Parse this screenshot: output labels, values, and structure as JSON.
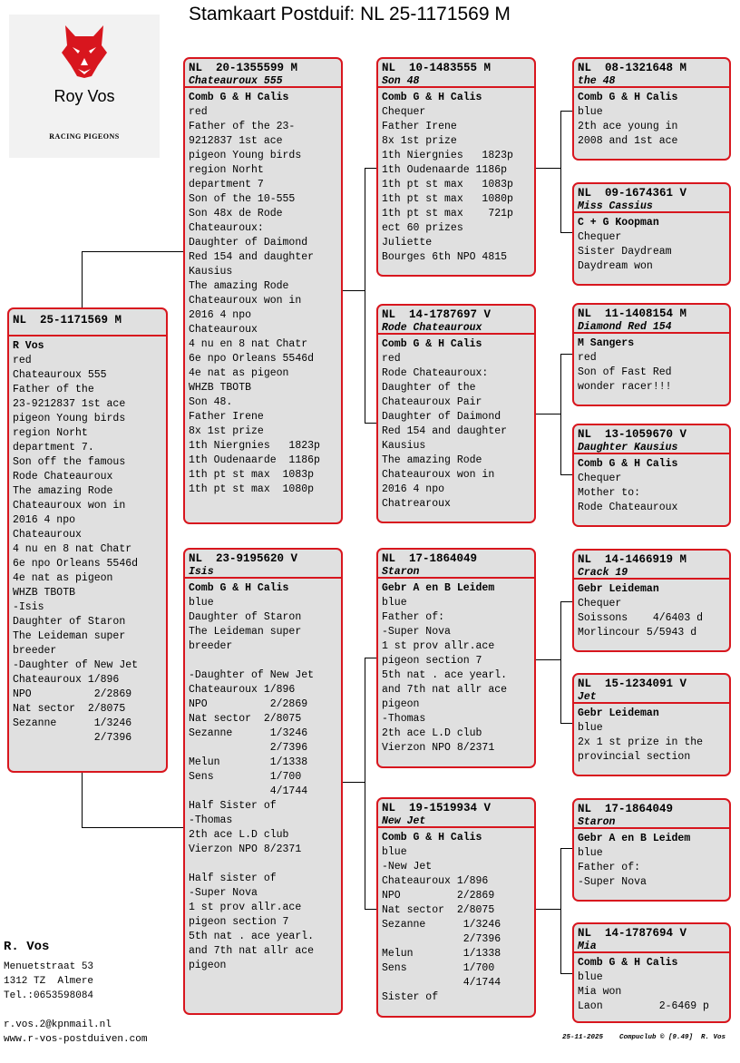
{
  "title": "Stamkaart Postduif: NL  25-1171569 M",
  "logo": {
    "name": "Roy Vos",
    "sub": "RACING PIGEONS"
  },
  "birds": {
    "main": {
      "ring": "NL  25-1171569 M",
      "name": "",
      "owner": "R Vos",
      "lines": "red\nChateauroux 555\nFather of the\n23-9212837 1st ace\npigeon Young birds\nregion Norht\ndepartment 7.\nSon off the famous\nRode Chateauroux\nThe amazing Rode\nChateauroux won in\n2016 4 npo\nChateauroux\n4 nu en 8 nat Chatr\n6e npo Orleans 5546d\n4e nat as pigeon\nWHZB TBOTB\n-Isis\nDaughter of Staron\nThe Leideman super\nbreeder\n-Daughter of New Jet\nChateauroux 1/896\nNPO          2/2869\nNat sector  2/8075\nSezanne      1/3246\n             2/7396"
    },
    "father": {
      "ring": "NL  20-1355599 M",
      "name": "Chateauroux 555",
      "owner": "Comb G & H Calis",
      "lines": "red\nFather of the 23-\n9212837 1st ace\npigeon Young birds\nregion Norht\ndepartment 7\nSon of the 10-555\nSon 48x de Rode\nChateauroux:\nDaughter of Daimond\nRed 154 and daughter\nKausius\nThe amazing Rode\nChateauroux won in\n2016 4 npo\nChateauroux\n4 nu en 8 nat Chatr\n6e npo Orleans 5546d\n4e nat as pigeon\nWHZB TBOTB\nSon 48.\nFather Irene\n8x 1st prize\n1th Niergnies   1823p\n1th Oudenaarde  1186p\n1th pt st max  1083p\n1th pt st max  1080p"
    },
    "mother": {
      "ring": "NL  23-9195620 V",
      "name": "Isis",
      "owner": "Comb G & H Calis",
      "lines": "blue\nDaughter of Staron\nThe Leideman super\nbreeder\n\n-Daughter of New Jet\nChateauroux 1/896\nNPO          2/2869\nNat sector  2/8075\nSezanne      1/3246\n             2/7396\nMelun        1/1338\nSens         1/700\n             4/1744\nHalf Sister of\n-Thomas\n2th ace L.D club\nVierzon NPO 8/2371\n\nHalf sister of\n-Super Nova\n1 st prov allr.ace\npigeon section 7\n5th nat . ace yearl.\nand 7th nat allr ace\npigeon"
    },
    "ff": {
      "ring": "NL  10-1483555 M",
      "name": "Son 48",
      "owner": "Comb G & H Calis",
      "lines": "Chequer\nFather Irene\n8x 1st prize\n1th Niergnies   1823p\n1th Oudenaarde 1186p\n1th pt st max   1083p\n1th pt st max   1080p\n1th pt st max    721p\nect 60 prizes\nJuliette\nBourges 6th NPO 4815"
    },
    "fm": {
      "ring": "NL  14-1787697 V",
      "name": "Rode Chateauroux",
      "owner": "Comb G & H Calis",
      "lines": "red\nRode Chateauroux:\nDaughter of the\nChateauroux Pair\nDaughter of Daimond\nRed 154 and daughter\nKausius\nThe amazing Rode\nChateauroux won in\n2016 4 npo\nChatrearoux"
    },
    "mf": {
      "ring": "NL  17-1864049",
      "name": "Staron",
      "owner": "Gebr A en B Leidem",
      "lines": "blue\nFather of:\n-Super Nova\n1 st prov allr.ace\npigeon section 7\n5th nat . ace yearl.\nand 7th nat allr ace\npigeon\n-Thomas\n2th ace L.D club\nVierzon NPO 8/2371"
    },
    "mm": {
      "ring": "NL  19-1519934 V",
      "name": "New Jet",
      "owner": "Comb G & H Calis",
      "lines": "blue\n-New Jet\nChateauroux 1/896\nNPO         2/2869\nNat sector  2/8075\nSezanne      1/3246\n             2/7396\nMelun        1/1338\nSens         1/700\n             4/1744\nSister of"
    },
    "fff": {
      "ring": "NL  08-1321648 M",
      "name": "the 48",
      "owner": "Comb G & H Calis",
      "lines": "blue\n2th ace young in\n2008 and 1st ace"
    },
    "ffm": {
      "ring": "NL  09-1674361 V",
      "name": "Miss Cassius",
      "owner": "C + G Koopman",
      "lines": "Chequer\nSister Daydream\nDaydream won"
    },
    "fmf": {
      "ring": "NL  11-1408154 M",
      "name": "Diamond Red 154",
      "owner": "M Sangers",
      "lines": "red\nSon of Fast Red\nwonder racer!!!"
    },
    "fmm": {
      "ring": "NL  13-1059670 V",
      "name": "Daughter Kausius",
      "owner": "Comb G & H Calis",
      "lines": "Chequer\nMother to:\nRode Chateauroux"
    },
    "mff": {
      "ring": "NL  14-1466919 M",
      "name": "Crack 19",
      "owner": "Gebr Leideman",
      "lines": "Chequer\nSoissons    4/6403 d\nMorlincour 5/5943 d"
    },
    "mfm": {
      "ring": "NL  15-1234091 V",
      "name": "Jet",
      "owner": "Gebr Leideman",
      "lines": "blue\n2x 1 st prize in the\nprovincial section"
    },
    "mmf": {
      "ring": "NL  17-1864049",
      "name": "Staron",
      "owner": "Gebr A en B Leidem",
      "lines": "blue\nFather of:\n-Super Nova"
    },
    "mmm": {
      "ring": "NL  14-1787694 V",
      "name": "Mia",
      "owner": "Comb G & H Calis",
      "lines": "blue\nMia won\nLaon         2-6469 p"
    }
  },
  "footer": {
    "name": "R. Vos",
    "street": "Menuetstraat 53",
    "city": "1312 TZ  Almere",
    "tel": "Tel.:0653598084",
    "email": "r.vos.2@kpnmail.nl",
    "web": "www.r-vos-postduiven.com",
    "date": "25-11-2025",
    "software": "Compuclub © [9.49]  R. Vos"
  },
  "colors": {
    "border": "#d8161e",
    "card_bg": "#e0e0e0",
    "logo_bg": "#f2f2f2"
  }
}
